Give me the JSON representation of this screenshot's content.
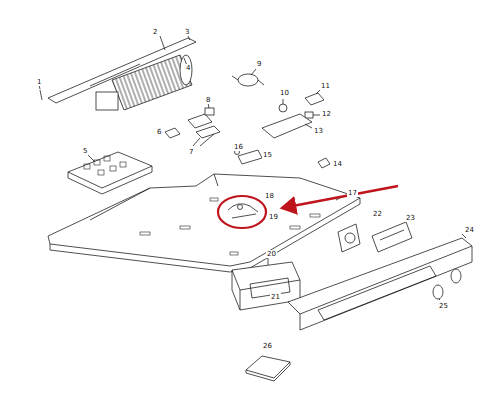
{
  "diagram": {
    "labels": [
      "1",
      "2",
      "3",
      "4",
      "5",
      "6",
      "7",
      "8",
      "9",
      "10",
      "11",
      "12",
      "13",
      "14",
      "15",
      "16",
      "17",
      "18",
      "19",
      "20",
      "21",
      "22",
      "23",
      "24",
      "25",
      "26"
    ]
  }
}
